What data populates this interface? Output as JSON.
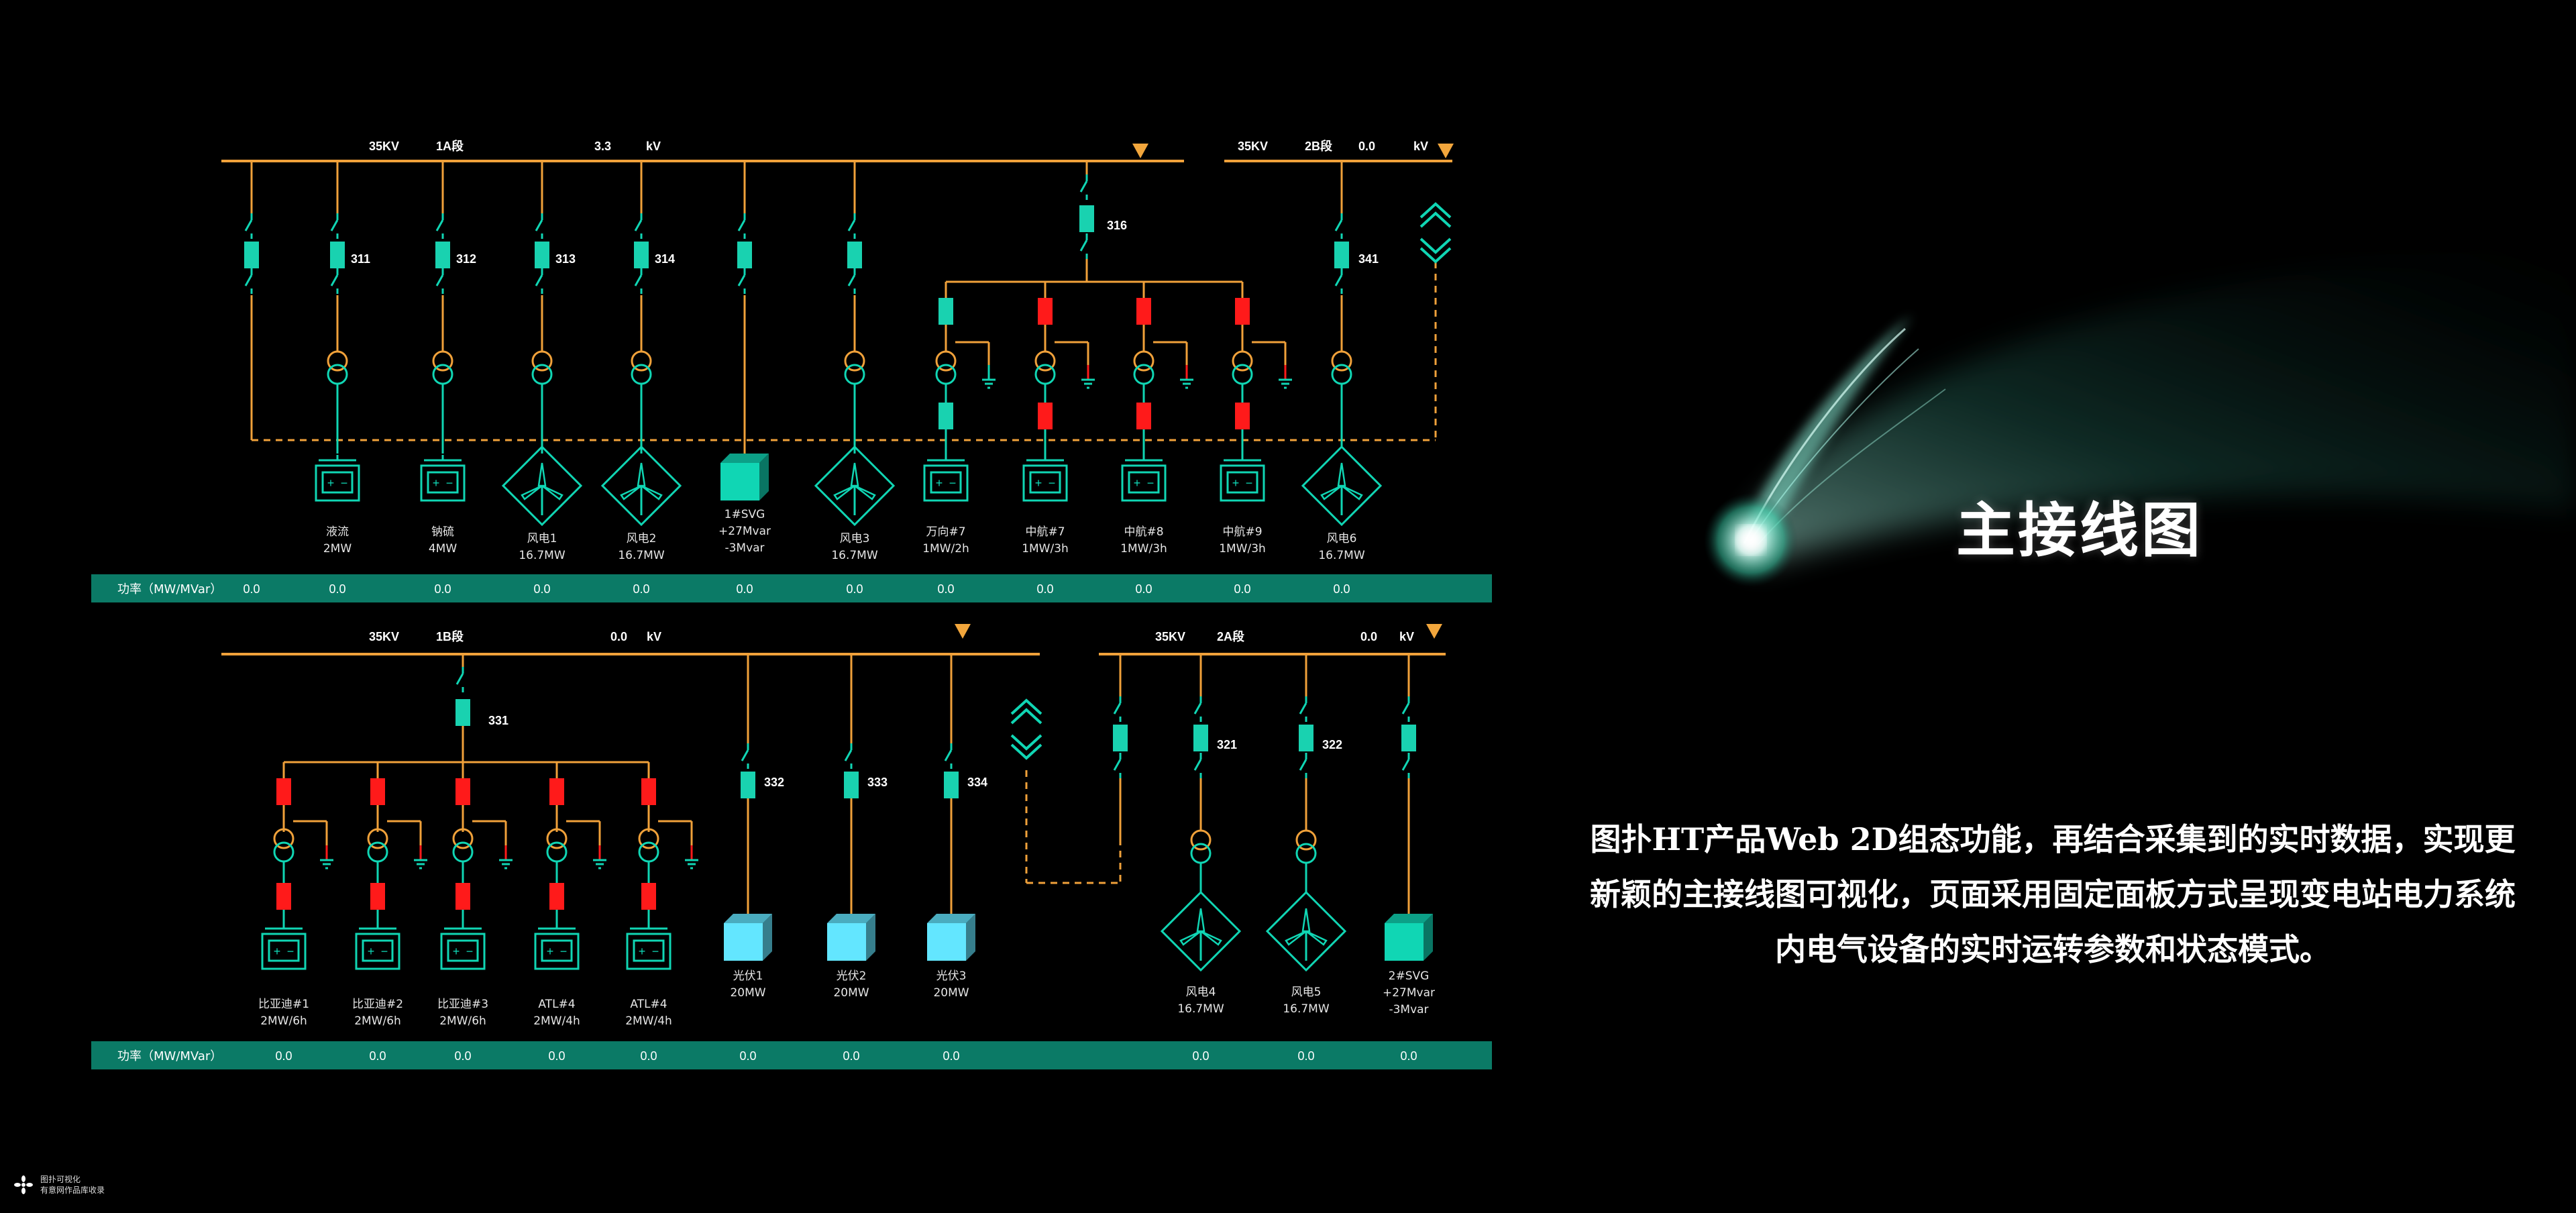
{
  "colors": {
    "bus": "#f0a13a",
    "line": "#f0a13a",
    "device": "#10d6b4",
    "breaker_closed": "#19d2b0",
    "breaker_open": "#ff1a1a",
    "bar": "#0b7a66",
    "pv": "#63e6ff",
    "comet": "#b6fff0"
  },
  "top_bus_a": {
    "kv": "35KV",
    "section": "1A段",
    "value": "3.3",
    "unit": "kV"
  },
  "top_bus_b": {
    "kv": "35KV",
    "section": "2B段",
    "value": "0.0",
    "unit": "kV"
  },
  "bot_bus_a": {
    "kv": "35KV",
    "section": "1B段",
    "value": "0.0",
    "unit": "kV"
  },
  "bot_bus_b": {
    "kv": "35KV",
    "section": "2A段",
    "value": "0.0",
    "unit": "kV"
  },
  "power_label": "功率（MW/MVar）",
  "top_feeders": [
    {
      "num": "",
      "name": "",
      "cap": "",
      "type": "none",
      "power": "0.0"
    },
    {
      "num": "311",
      "name": "液流",
      "cap": "2MW",
      "type": "battery",
      "power": "0.0"
    },
    {
      "num": "312",
      "name": "钠硫",
      "cap": "4MW",
      "type": "battery",
      "power": "0.0"
    },
    {
      "num": "313",
      "name": "风电1",
      "cap": "16.7MW",
      "type": "wind",
      "power": "0.0"
    },
    {
      "num": "314",
      "name": "风电2",
      "cap": "16.7MW",
      "type": "wind",
      "power": "0.0"
    },
    {
      "num": "",
      "name": "1#SVG",
      "cap": "+27Mvar",
      "cap2": "-3Mvar",
      "type": "svg",
      "power": "0.0"
    },
    {
      "num": "",
      "name": "风电3",
      "cap": "16.7MW",
      "type": "wind",
      "power": "0.0"
    }
  ],
  "top_group": {
    "num": "316",
    "items": [
      {
        "name": "万向#7",
        "cap": "1MW/2h",
        "power": "0.0",
        "open": false
      },
      {
        "name": "中航#7",
        "cap": "1MW/3h",
        "power": "0.0",
        "open": true
      },
      {
        "name": "中航#8",
        "cap": "1MW/3h",
        "power": "0.0",
        "open": true
      },
      {
        "name": "中航#9",
        "cap": "1MW/3h",
        "power": "0.0",
        "open": true
      }
    ]
  },
  "top_right": {
    "num": "341",
    "name": "风电6",
    "cap": "16.7MW",
    "power": "0.0"
  },
  "bot_group": {
    "num": "331",
    "items": [
      {
        "name": "比亚迪#1",
        "cap": "2MW/6h",
        "power": "0.0"
      },
      {
        "name": "比亚迪#2",
        "cap": "2MW/6h",
        "power": "0.0"
      },
      {
        "name": "比亚迪#3",
        "cap": "2MW/6h",
        "power": "0.0"
      },
      {
        "name": "ATL#4",
        "cap": "2MW/4h",
        "power": "0.0"
      },
      {
        "name": "ATL#4",
        "cap": "2MW/4h",
        "power": "0.0"
      }
    ]
  },
  "bot_pv": [
    {
      "num": "332",
      "name": "光伏1",
      "cap": "20MW",
      "power": "0.0"
    },
    {
      "num": "333",
      "name": "光伏2",
      "cap": "20MW",
      "power": "0.0"
    },
    {
      "num": "334",
      "name": "光伏3",
      "cap": "20MW",
      "power": "0.0"
    }
  ],
  "bot_right": [
    {
      "num": "",
      "type": "none"
    },
    {
      "num": "321",
      "name": "风电4",
      "cap": "16.7MW",
      "type": "wind",
      "power": "0.0"
    },
    {
      "num": "322",
      "name": "风电5",
      "cap": "16.7MW",
      "type": "wind",
      "power": "0.0"
    },
    {
      "num": "",
      "name": "2#SVG",
      "cap": "+27Mvar",
      "cap2": "-3Mvar",
      "type": "svg",
      "power": "0.0"
    }
  ],
  "side": {
    "title": "主接线图",
    "desc": "图扑HT产品Web 2D组态功能，再结合采集到的实时数据，实现更新颖的主接线图可视化，页面采用固定面板方式呈现变电站电力系统内电气设备的实时运转参数和状态模式。"
  },
  "logo": {
    "line1": "图扑可视化",
    "line2": "有意网作品库收录"
  }
}
